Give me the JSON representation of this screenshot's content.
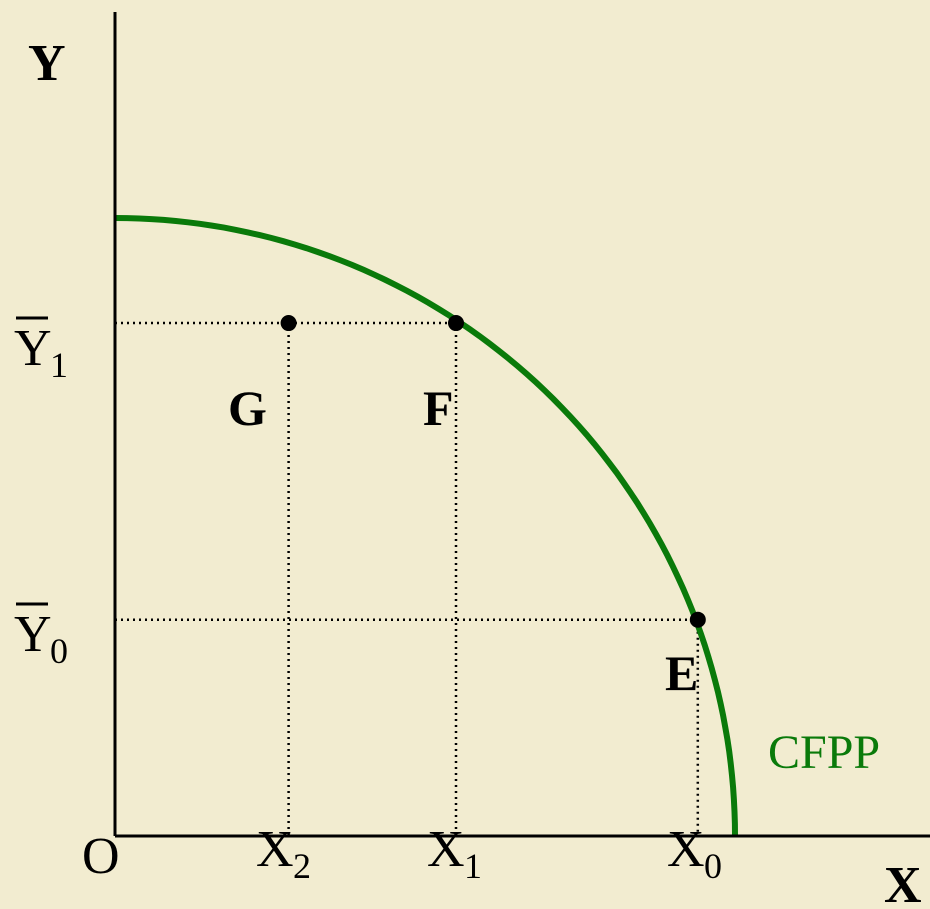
{
  "colors": {
    "background": "#f2ecd0",
    "axis": "#000000",
    "curve": "#0a7a0a",
    "guide": "#000000",
    "point": "#000000"
  },
  "axes": {
    "y_title": "Y",
    "x_title": "X",
    "origin": "O"
  },
  "ticks": {
    "y": [
      {
        "main": "Y",
        "sub": "1",
        "overbar": true
      },
      {
        "main": "Y",
        "sub": "0",
        "overbar": true
      }
    ],
    "x": [
      {
        "main": "X",
        "sub": "2"
      },
      {
        "main": "X",
        "sub": "1"
      },
      {
        "main": "X",
        "sub": "0"
      }
    ]
  },
  "curve": {
    "label": "CFPP",
    "x_intercept": 1.0,
    "y_intercept": 1.0
  },
  "points": [
    {
      "label": "G",
      "x": 0.28,
      "y": 0.83
    },
    {
      "label": "F",
      "x": 0.55,
      "y": 0.83
    },
    {
      "label": "E",
      "x": 0.94,
      "y": 0.35
    }
  ]
}
